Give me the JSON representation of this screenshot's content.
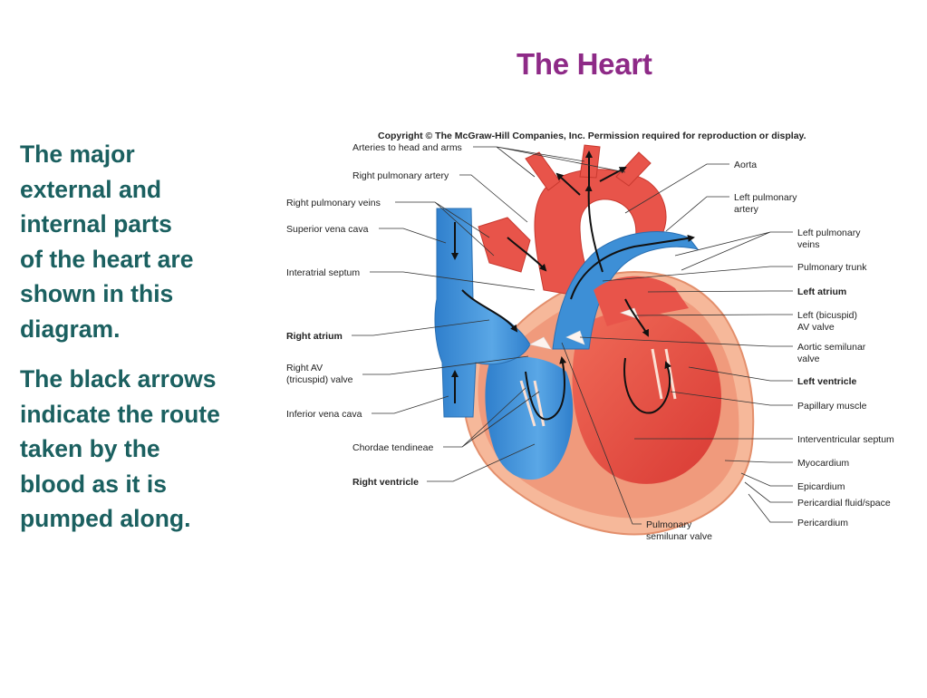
{
  "slide": {
    "title": "The Heart",
    "paragraph_1": [
      "The major",
      "external and",
      "internal parts",
      "of the heart are",
      "shown in this",
      "diagram."
    ],
    "paragraph_2": [
      "The black arrows",
      "indicate the route",
      "taken by the",
      "blood as it is",
      "pumped along."
    ]
  },
  "figure": {
    "copyright": "Copyright © The McGraw-Hill Companies, Inc. Permission required for reproduction or display.",
    "labels_left": {
      "arteries_head_arms": "Arteries to head and arms",
      "right_pulmonary_artery": "Right pulmonary artery",
      "right_pulmonary_veins": "Right pulmonary veins",
      "superior_vena_cava": "Superior vena cava",
      "interatrial_septum": "Interatrial septum",
      "right_atrium": "Right atrium",
      "right_av_valve_1": "Right AV",
      "right_av_valve_2": "(tricuspid) valve",
      "inferior_vena_cava": "Inferior vena cava",
      "chordae_tendineae": "Chordae tendineae",
      "right_ventricle": "Right ventricle"
    },
    "labels_right": {
      "aorta": "Aorta",
      "left_pulmonary_artery_1": "Left pulmonary",
      "left_pulmonary_artery_2": "artery",
      "left_pulmonary_veins_1": "Left pulmonary",
      "left_pulmonary_veins_2": "veins",
      "pulmonary_trunk": "Pulmonary trunk",
      "left_atrium": "Left atrium",
      "left_av_valve_1": "Left (bicuspid)",
      "left_av_valve_2": "AV valve",
      "aortic_valve_1": "Aortic semilunar",
      "aortic_valve_2": "valve",
      "left_ventricle": "Left ventricle",
      "papillary_muscle": "Papillary muscle",
      "interventricular_septum": "Interventricular septum",
      "myocardium": "Myocardium",
      "epicardium": "Epicardium",
      "pericardial_fluid": "Pericardial fluid/space",
      "pericardium": "Pericardium"
    },
    "labels_bottom": {
      "pulmonary_valve_1": "Pulmonary",
      "pulmonary_valve_2": "semilunar valve"
    },
    "colors": {
      "oxygenated": "#e0463c",
      "deoxygenated": "#3d8fd6",
      "muscle": "#f4a98a",
      "title": "#8e2a87",
      "body_text": "#1b6060"
    }
  }
}
